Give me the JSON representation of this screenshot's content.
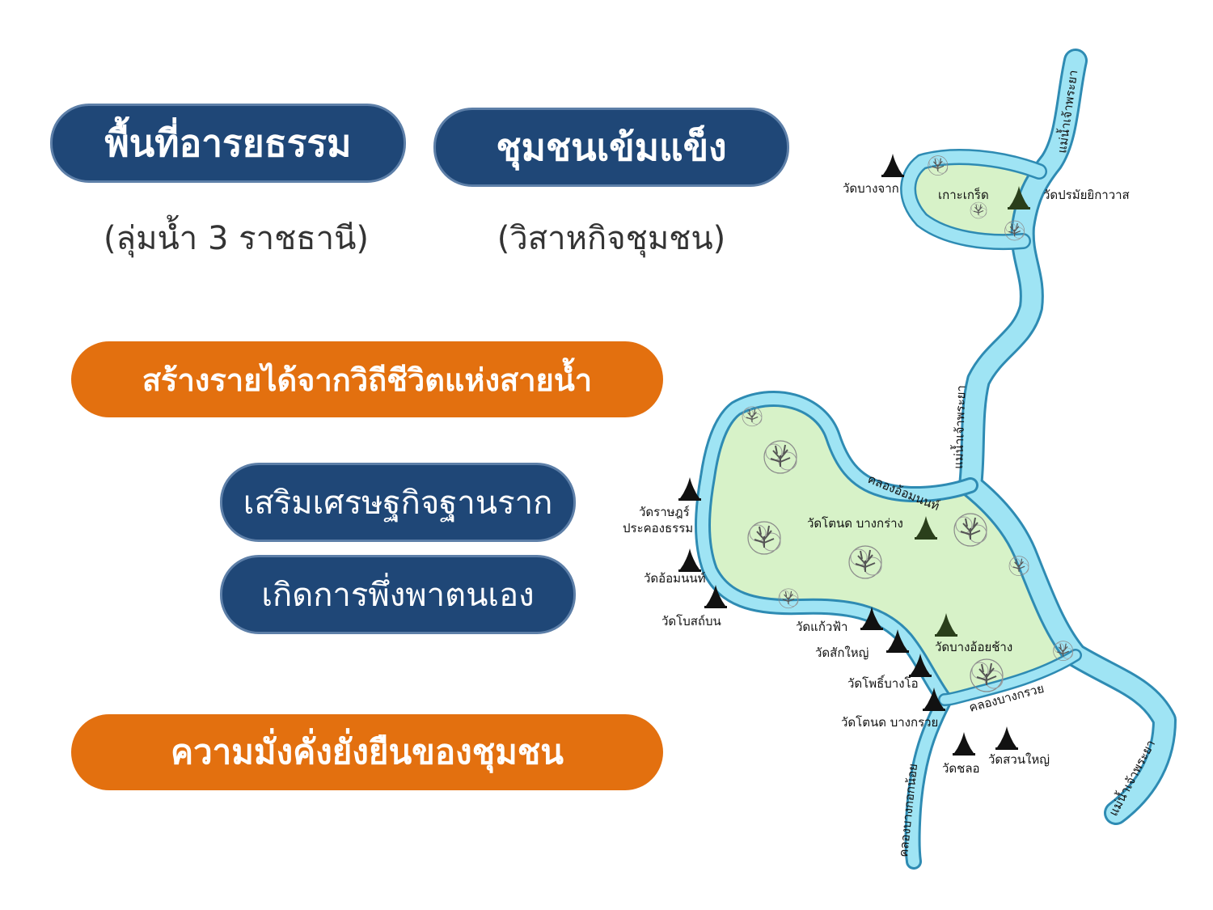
{
  "left": {
    "pill_heritage": "พื้นที่อารยธรรม",
    "sub_heritage": "(ลุ่มน้ำ 3 ราชธานี)",
    "pill_community": "ชุมชนเข้มแข็ง",
    "sub_community": "(วิสาหกิจชุมชน)",
    "pill_income": "สร้างรายได้จากวิถีชีวิตแห่งสายน้ำ",
    "pill_economy": "เสริมเศรษฐกิจฐานราก",
    "pill_selfreliance": "เกิดการพึ่งพาตนเอง",
    "pill_prosperity": "ความมั่งคั่งยั่งยืนของชุมชน"
  },
  "map": {
    "rivers": {
      "top": "แม่น้ำเจ้าพระยา",
      "middle": "แม่น้ำเจ้าพระยา",
      "bottom": "แม่น้ำเจ้าพระยา",
      "canal_om_non": "คลองอ้อมนนท์",
      "canal_bang_kruai": "คลองบางกรวย",
      "canal_bangkok_noi": "คลองบางกอกน้อย"
    },
    "places": {
      "ko_kret": "เกาะเกร็ด",
      "wat_bang_chak": "วัดบางจาก",
      "wat_poramai": "วัดปรมัยยิกาวาส",
      "wat_rat_line1": "วัดราษฎร์",
      "wat_rat_line2": "ประคองธรรม",
      "wat_om_non": "วัดอ้อมนนท์",
      "wat_bot_bon": "วัดโบสถ์บน",
      "wat_tonnot_bang_krang": "วัดโตนด บางกร่าง",
      "wat_kaew_fa": "วัดแก้วฟ้า",
      "wat_sak_yai": "วัดสักใหญ่",
      "wat_pho_bang_o": "วัดโพธิ์บางโอ",
      "wat_tonnot_bang_kruai": "วัดโตนด บางกรวย",
      "wat_bang_oi_chang": "วัดบางอ้อยช้าง",
      "wat_chalo": "วัดชลอ",
      "wat_suan_yai": "วัดสวนใหญ่"
    },
    "colors": {
      "river": "#9fe4f4",
      "river_edge": "#2e8bb3",
      "land": "#d7f2c8",
      "temple": "#111111",
      "temple_highlight": "#2a3f1b"
    }
  }
}
